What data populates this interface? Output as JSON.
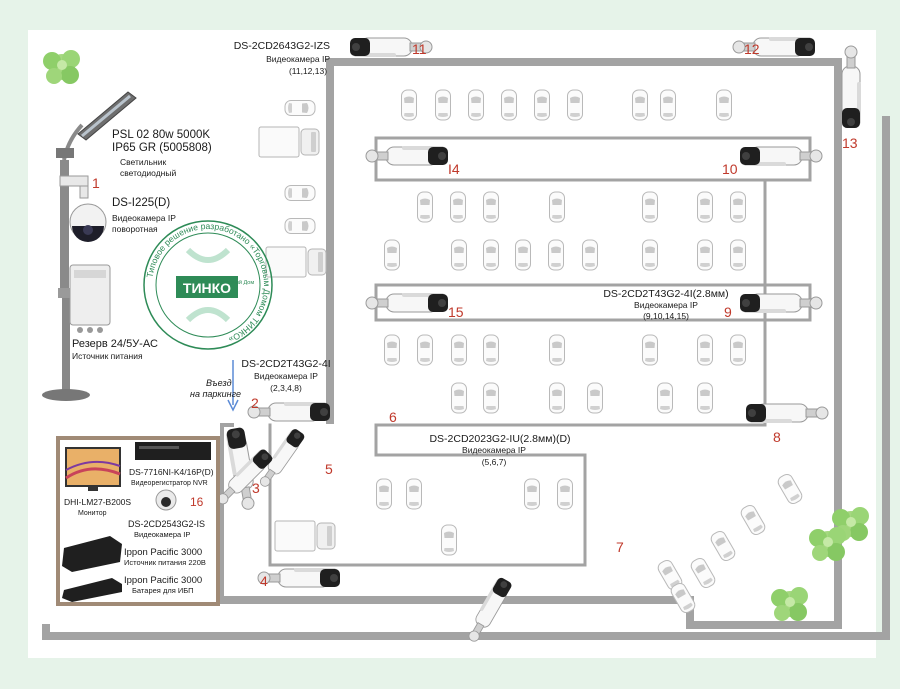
{
  "colors": {
    "background": "#e6f3e9",
    "panel": "#ffffff",
    "road": "#a3a3a3",
    "number": "#c0392b",
    "text": "#1a1a1a",
    "stamp": "#2e8b57",
    "arrow": "#5b8bd6",
    "tree": "#8fcf6a"
  },
  "lamp": {
    "model": "PSL 02  80w 5000K",
    "spec": "IP65 GR (5005808)",
    "type_line1": "Светильник",
    "type_line2": "светодиодный"
  },
  "ptz_camera": {
    "number": "1",
    "model": "DS-I225(D)",
    "type_line1": "Видеокамера IP",
    "type_line2": "поворотная"
  },
  "power_box": {
    "model": "Резерв 24/5У-АС",
    "type": "Источник питания"
  },
  "entrance": {
    "line1": "Въезд",
    "line2": "на паркинге"
  },
  "stamp": {
    "ring_text": "Типовое решение разработано «Торговым Домом ТИНКО»",
    "brand_small": "Торговый Дом",
    "brand": "ТИНКО"
  },
  "camera_groups": [
    {
      "model": "DS-2CD2643G2-IZS",
      "type": "Видеокамера IP",
      "ids": "(11,12,13)"
    },
    {
      "model": "DS-2CD2T43G2-4I",
      "type": "Видеокамера IP",
      "ids": "(2,3,4,8)"
    },
    {
      "model": "DS-2CD2T43G2-4I(2.8мм)",
      "type": "Видеокамера IP",
      "ids": "(9,10,14,15)"
    },
    {
      "model": "DS-2CD2023G2-IU(2.8мм)(D)",
      "type": "Видеокамера IP",
      "ids": "(5,6,7)"
    }
  ],
  "cameras": [
    {
      "number": "2"
    },
    {
      "number": "3"
    },
    {
      "number": "4"
    },
    {
      "number": "5"
    },
    {
      "number": "6"
    },
    {
      "number": "7"
    },
    {
      "number": "8"
    },
    {
      "number": "9"
    },
    {
      "number": "10"
    },
    {
      "number": "11"
    },
    {
      "number": "12"
    },
    {
      "number": "13"
    },
    {
      "number": "I4"
    },
    {
      "number": "15"
    }
  ],
  "equipment": {
    "monitor": {
      "model": "DHI-LM27-B200S",
      "type": "Монитор"
    },
    "nvr": {
      "model": "DS-7716NI-K4/16P(D)",
      "type": "Видеорегистратор NVR"
    },
    "dome": {
      "number": "16",
      "model": "DS-2CD2543G2-IS",
      "type": "Видеокамера IP"
    },
    "ups": {
      "model": "Ippon Pacific 3000",
      "type": "Источник питания 220В"
    },
    "battery": {
      "model": "Ippon Pacific 3000",
      "type": "Батарея для ИБП"
    }
  }
}
